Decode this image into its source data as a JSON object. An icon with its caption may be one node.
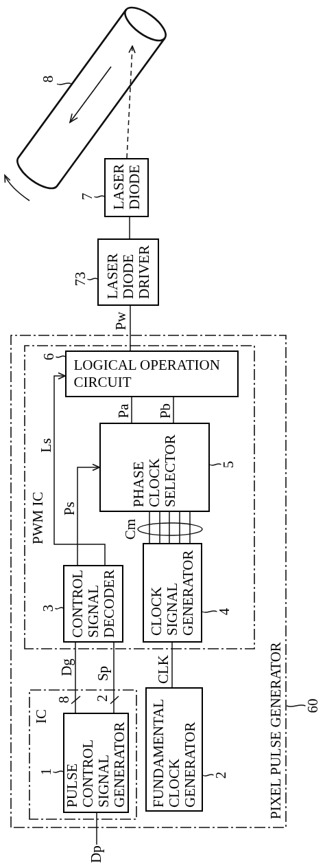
{
  "diagram": {
    "nodes": [
      {
        "text": [
          "Dp"
        ]
      },
      {
        "text": [
          "PIXEL PULSE GENERATOR"
        ]
      },
      {
        "text": [
          "60"
        ]
      },
      {
        "text": [
          "IC"
        ],
        "in": 1
      },
      {
        "text": [
          "PULSE CONTROL SIGNAL GENERATOR"
        ],
        "in": 3
      },
      {
        "text": [
          "1"
        ],
        "in": 3
      },
      {
        "text": [
          "FUNDAMENTAL CLOCK GENERATOR"
        ],
        "in": 1
      },
      {
        "text": [
          "2"
        ],
        "in": 1
      },
      {
        "text": [
          "PWM IC"
        ],
        "in": 1
      },
      {
        "text": [
          "CONTROL SIGNAL DECODER"
        ],
        "in": 8
      },
      {
        "text": [
          "3"
        ],
        "in": 8
      },
      {
        "text": [
          "CLOCK SIGNAL GENERATOR"
        ],
        "in": 8
      },
      {
        "text": [
          "4"
        ],
        "in": 8
      },
      {
        "text": [
          "PHASE CLOCK SELECTOR"
        ],
        "in": 8
      },
      {
        "text": [
          "5"
        ],
        "in": 8
      },
      {
        "text": [
          "LOGICAL OPERATION CIRCUIT"
        ],
        "in": 8
      },
      {
        "text": [
          "6"
        ],
        "in": 8
      },
      {
        "text": [
          "LASER DIODE DRIVER"
        ]
      },
      {
        "text": [
          "73"
        ]
      },
      {
        "text": [
          "LASER DIODE"
        ]
      },
      {
        "text": [
          "7"
        ]
      },
      {
        "text": [
          "8"
        ]
      }
    ],
    "edges": [
      {
        "from": 0,
        "to": 4,
        "arrow": "none"
      },
      {
        "from": 4,
        "to": 9,
        "label": "Dg",
        "arrow": "none"
      },
      {
        "from": 4,
        "to": 9,
        "label": "Sp",
        "arrow": "none"
      },
      {
        "from": 6,
        "to": 11,
        "label": "CLK",
        "arrow": "none"
      },
      {
        "from": 11,
        "to": 13,
        "label": "Cm",
        "arrow": "none"
      },
      {
        "from": 11,
        "to": 13,
        "arrow": "none"
      },
      {
        "from": 11,
        "to": 13,
        "arrow": "none"
      },
      {
        "from": 11,
        "to": 13,
        "arrow": "none"
      },
      {
        "from": 11,
        "to": 13,
        "arrow": "none"
      },
      {
        "from": 9,
        "to": 13,
        "label": "Ps",
        "arrow": "to"
      },
      {
        "from": 9,
        "to": 15,
        "label": "Ls",
        "arrow": "to"
      },
      {
        "from": 13,
        "to": 15,
        "label": "Pa",
        "arrow": "none"
      },
      {
        "from": 13,
        "to": 15,
        "label": "Pb",
        "arrow": "none"
      },
      {
        "from": 15,
        "to": 17,
        "label": "Pw",
        "arrow": "none"
      },
      {
        "from": 17,
        "to": 19,
        "arrow": "none"
      },
      {
        "from": 19,
        "to": 21,
        "arrow": "to",
        "style": "dashed"
      },
      {
        "from": 2,
        "to": 1,
        "arrow": "none"
      },
      {
        "from": 5,
        "to": 4,
        "arrow": "none"
      },
      {
        "from": 7,
        "to": 6,
        "arrow": "none"
      },
      {
        "from": 10,
        "to": 9,
        "arrow": "none"
      },
      {
        "from": 12,
        "to": 11,
        "arrow": "none"
      },
      {
        "from": 14,
        "to": 13,
        "arrow": "none"
      },
      {
        "from": 16,
        "to": 15,
        "arrow": "none"
      },
      {
        "from": 18,
        "to": 17,
        "arrow": "none"
      },
      {
        "from": 20,
        "to": 19,
        "arrow": "none"
      }
    ],
    "labels": [
      "8",
      "2"
    ]
  }
}
